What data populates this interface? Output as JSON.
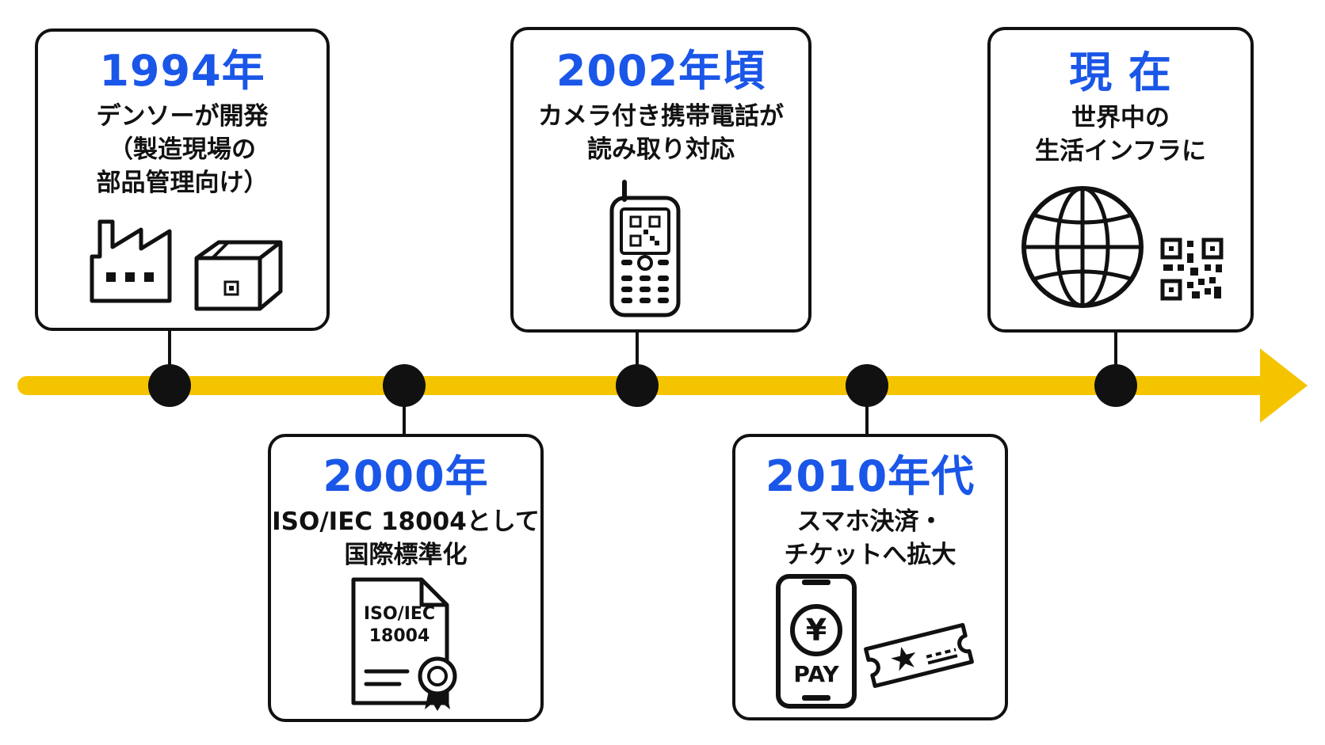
{
  "colors": {
    "accent_blue": "#1a56e8",
    "timeline_yellow": "#f5c400",
    "ink": "#111111"
  },
  "events": [
    {
      "year": "1994年",
      "lines": [
        "デンソーが開発",
        "（製造現場の",
        "部品管理向け）"
      ],
      "icons": [
        "factory-icon",
        "parcel-box-icon"
      ]
    },
    {
      "year": "2000年",
      "lines": [
        "ISO/IEC 18004として",
        "国際標準化"
      ],
      "icons": [
        "standard-document-icon"
      ],
      "doc_line1": "ISO/IEC",
      "doc_line2": "18004"
    },
    {
      "year": "2002年頃",
      "lines": [
        "カメラ付き携帯電話が",
        "読み取り対応"
      ],
      "icons": [
        "feature-phone-icon"
      ]
    },
    {
      "year": "2010年代",
      "lines": [
        "スマホ決済・",
        "チケットへ拡大"
      ],
      "icons": [
        "smartphone-payment-icon",
        "ticket-icon"
      ],
      "pay_symbol": "¥",
      "pay_label": "PAY"
    },
    {
      "year": "現 在",
      "lines": [
        "世界中の",
        "生活インフラに"
      ],
      "icons": [
        "globe-icon",
        "qr-code-icon"
      ]
    }
  ]
}
